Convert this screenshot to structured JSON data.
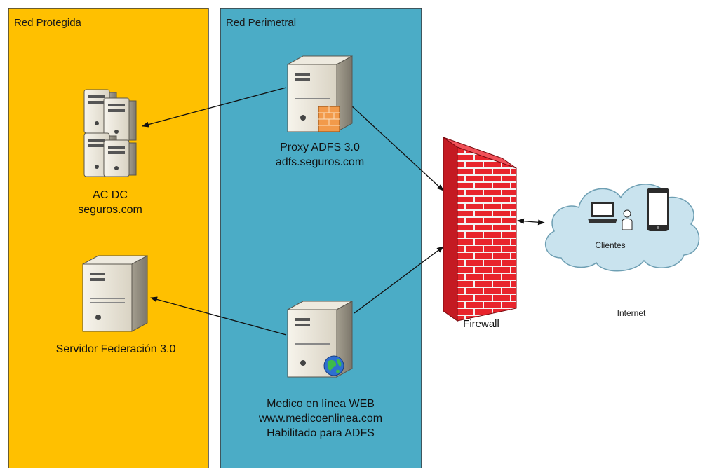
{
  "zones": {
    "protected": {
      "title": "Red Protegida",
      "color": "#FFC000"
    },
    "perimeter": {
      "title": "Red Perimetral",
      "color": "#4BACC6"
    }
  },
  "nodes": {
    "ac_dc": {
      "line1": "AC DC",
      "line2": "seguros.com"
    },
    "federation_server": {
      "line1": "Servidor Federación 3.0"
    },
    "proxy": {
      "line1": "Proxy ADFS 3.0",
      "line2": "adfs.seguros.com"
    },
    "web_app": {
      "line1": "Medico en línea WEB",
      "line2": "www.medicoenlinea.com",
      "line3": "Habilitado para ADFS"
    },
    "firewall": {
      "label": "Firewall",
      "color": "#E8242C"
    },
    "clients": {
      "label": "Clientes",
      "color": "#C9E3EE"
    },
    "internet": {
      "label": "Internet"
    }
  }
}
